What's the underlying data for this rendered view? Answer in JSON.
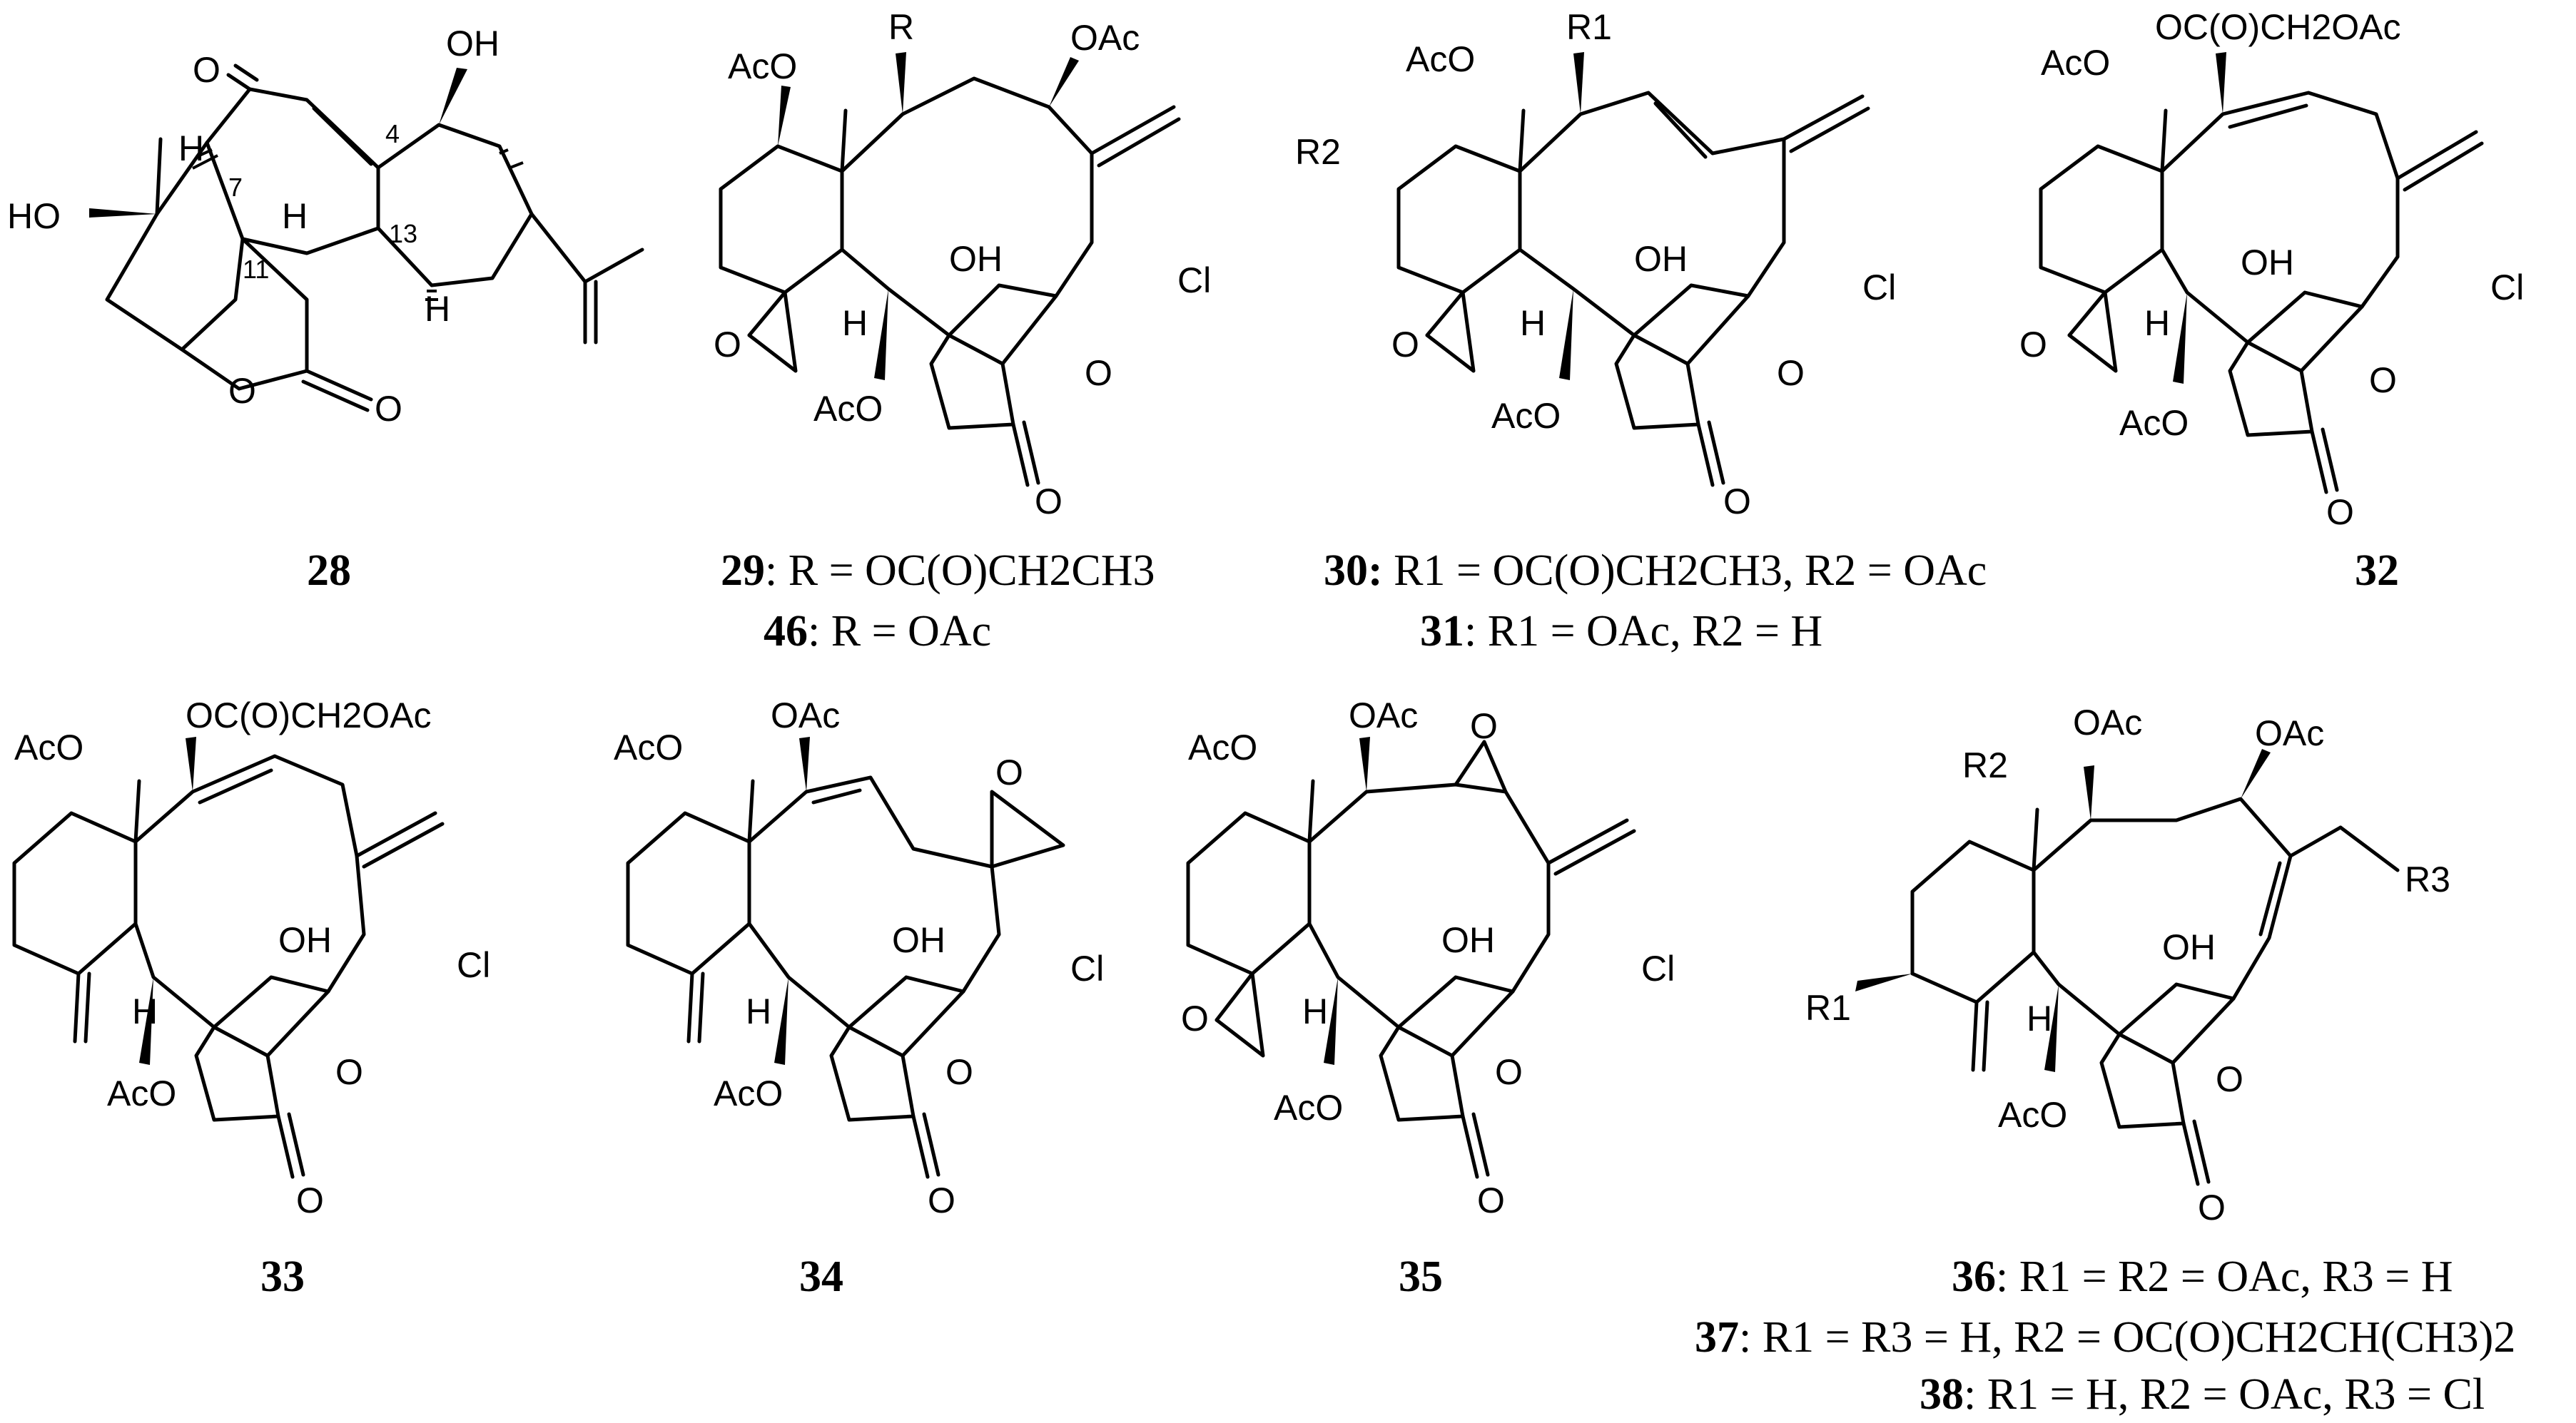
{
  "compounds": [
    {
      "id": "28",
      "atoms": [
        "O",
        "OH",
        "HO",
        "H",
        "H",
        "H",
        "O",
        "O"
      ],
      "locants": [
        "4",
        "7",
        "11",
        "13"
      ],
      "captions": []
    },
    {
      "id": "29",
      "atoms": [
        "R",
        "AcO",
        "OAc",
        "OH",
        "Cl",
        "O",
        "H",
        "AcO",
        "O",
        "O"
      ],
      "captions": [
        {
          "num": "29",
          "text": ": R = OC(O)CH2CH3"
        },
        {
          "num": "46",
          "text": ": R = OAc"
        }
      ]
    },
    {
      "id": "30",
      "atoms": [
        "R1",
        "AcO",
        "R2",
        "OH",
        "Cl",
        "O",
        "H",
        "AcO",
        "O",
        "O"
      ],
      "captions": [
        {
          "num": "30:",
          "text": " R1 = OC(O)CH2CH3, R2 = OAc"
        },
        {
          "num": "31",
          "text": ": R1 = OAc, R2 = H"
        }
      ]
    },
    {
      "id": "32",
      "atoms": [
        "OC(O)CH2OAc",
        "AcO",
        "OH",
        "Cl",
        "O",
        "H",
        "AcO",
        "O",
        "O"
      ],
      "captions": [
        {
          "num": "32",
          "text": ""
        }
      ]
    },
    {
      "id": "33",
      "atoms": [
        "OC(O)CH2OAc",
        "AcO",
        "OH",
        "Cl",
        "H",
        "AcO",
        "O",
        "O"
      ],
      "captions": [
        {
          "num": "33",
          "text": ""
        }
      ]
    },
    {
      "id": "34",
      "atoms": [
        "OAc",
        "AcO",
        "O",
        "OH",
        "Cl",
        "H",
        "AcO",
        "O",
        "O"
      ],
      "captions": [
        {
          "num": "34",
          "text": ""
        }
      ]
    },
    {
      "id": "35",
      "atoms": [
        "OAc",
        "AcO",
        "O",
        "OH",
        "Cl",
        "O",
        "H",
        "AcO",
        "O",
        "O"
      ],
      "captions": [
        {
          "num": "35",
          "text": ""
        }
      ]
    },
    {
      "id": "36",
      "atoms": [
        "R2",
        "OAc",
        "OAc",
        "R3",
        "R1",
        "OH",
        "H",
        "AcO",
        "O",
        "O"
      ],
      "captions": [
        {
          "num": "36",
          "text": ": R1 = R2 = OAc, R3 = H"
        },
        {
          "num": "37",
          "text": ": R1 = R3 = H, R2 = OC(O)CH2CH(CH3)2"
        },
        {
          "num": "38",
          "text": ": R1 = H, R2 = OAc, R3 = Cl"
        }
      ]
    }
  ]
}
